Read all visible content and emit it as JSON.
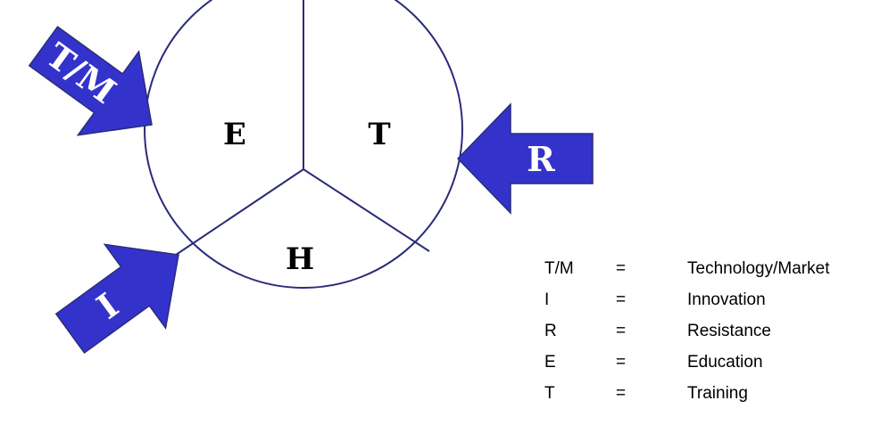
{
  "diagram": {
    "segments": [
      {
        "id": "E",
        "label": "E"
      },
      {
        "id": "T",
        "label": "T"
      },
      {
        "id": "H",
        "label": "H"
      }
    ],
    "arrows": [
      {
        "id": "TM",
        "label": "T/M"
      },
      {
        "id": "I",
        "label": "I"
      },
      {
        "id": "R",
        "label": "R"
      }
    ],
    "colors": {
      "arrow_fill": "#3333cc",
      "outline": "#2b2b7a",
      "arrow_text": "#ffffff"
    }
  },
  "legend": [
    {
      "abbr": "T/M",
      "eq": "=",
      "meaning": "Technology/Market"
    },
    {
      "abbr": "I",
      "eq": "=",
      "meaning": "Innovation"
    },
    {
      "abbr": "R",
      "eq": "=",
      "meaning": "Resistance"
    },
    {
      "abbr": "E",
      "eq": "=",
      "meaning": "Education"
    },
    {
      "abbr": "T",
      "eq": "=",
      "meaning": "Training"
    }
  ]
}
